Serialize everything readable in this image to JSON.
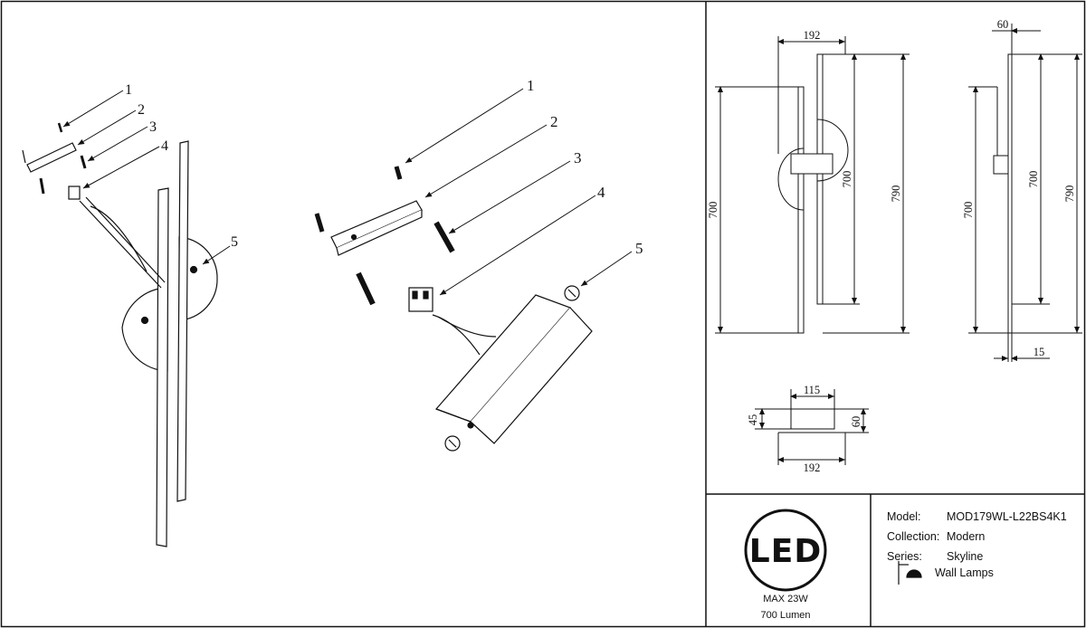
{
  "callouts": {
    "left": [
      "1",
      "2",
      "3",
      "4",
      "5"
    ],
    "center": [
      "1",
      "2",
      "3",
      "4",
      "5"
    ]
  },
  "dimensions": {
    "front": {
      "width": "192",
      "height_total": "790",
      "height_bar": "700",
      "height_left": "700"
    },
    "side": {
      "depth": "60",
      "height_total": "790",
      "height_bar": "700",
      "height_left": "700",
      "bar_width": "15"
    },
    "top": {
      "width_top": "115",
      "width_bottom": "192",
      "depth_left": "45",
      "depth_right": "60"
    }
  },
  "led": {
    "logo_text": "LED",
    "max_power": "MAX 23W",
    "lumen": "700 Lumen"
  },
  "info": {
    "model_label": "Model:",
    "model_value": "MOD179WL-L22BS4K1",
    "collection_label": "Collection:",
    "collection_value": "Modern",
    "series_label": "Series:",
    "series_value": "Skyline",
    "type_value": "Wall Lamps",
    "type_icon": "wall-lamp-icon"
  }
}
